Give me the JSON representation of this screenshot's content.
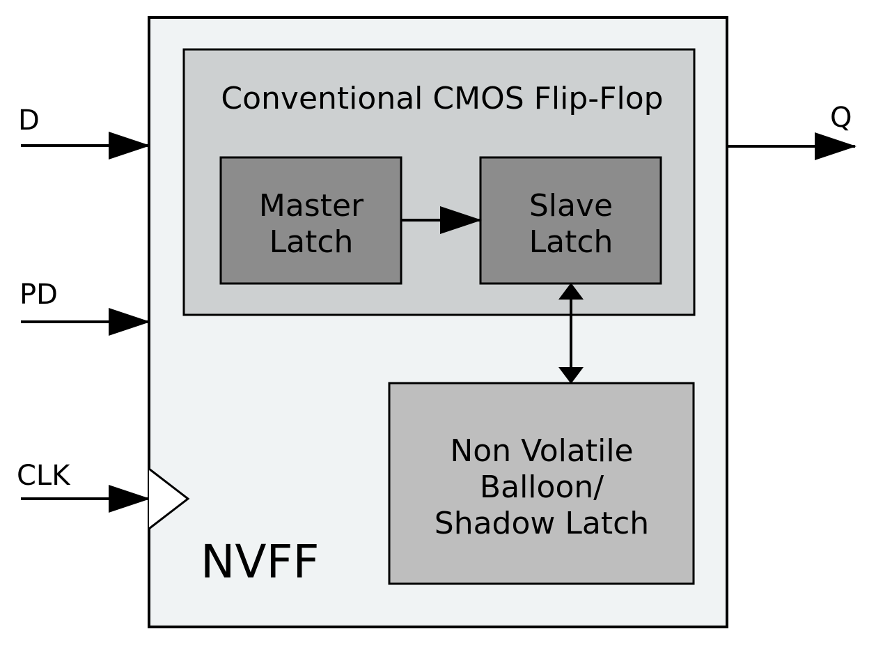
{
  "diagram": {
    "outer_label": "NVFF",
    "cmos_block": {
      "title": "Conventional CMOS Flip-Flop",
      "master_latch": [
        "Master",
        "Latch"
      ],
      "slave_latch": [
        "Slave",
        "Latch"
      ]
    },
    "nv_latch": [
      "Non Volatile",
      "Balloon/",
      "Shadow Latch"
    ],
    "inputs": {
      "d": "D",
      "pd": "PD",
      "clk": "CLK"
    },
    "outputs": {
      "q": "Q"
    },
    "colors": {
      "outer_fill": "#f0f3f4",
      "cmos_fill": "#cdd0d1",
      "latch_fill": "#8c8c8c",
      "nv_fill": "#bebebe",
      "stroke": "#000000"
    }
  }
}
